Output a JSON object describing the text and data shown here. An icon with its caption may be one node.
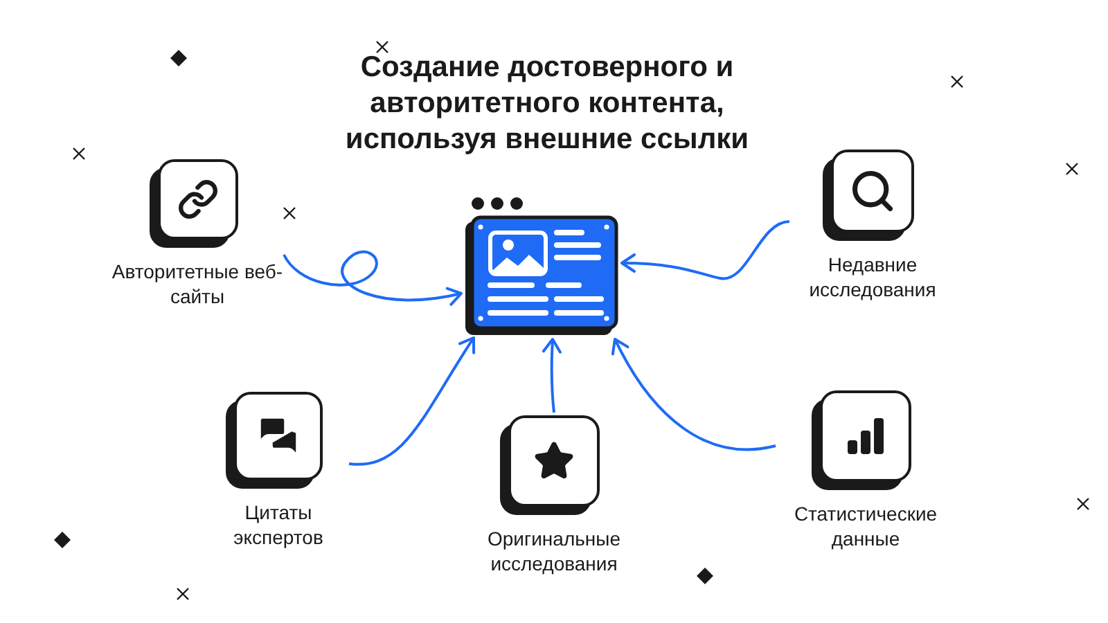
{
  "diagram": {
    "title": "Создание достоверного и авторитетного контента, используя внешние ссылки",
    "nodes": [
      {
        "text": [],
        "shape": "picture"
      },
      {
        "text": [
          "Авторитетные веб-сайты"
        ]
      },
      {
        "text": [
          "Недавние исследования"
        ]
      },
      {
        "text": [
          "Цитаты экспертов"
        ]
      },
      {
        "text": [
          "Оригинальные исследования"
        ]
      },
      {
        "text": [
          "Статистические данные"
        ]
      }
    ],
    "edges": [
      {
        "from": 1,
        "to": 0,
        "arrow": "to"
      },
      {
        "from": 2,
        "to": 0,
        "arrow": "to"
      },
      {
        "from": 3,
        "to": 0,
        "arrow": "to"
      },
      {
        "from": 4,
        "to": 0,
        "arrow": "to"
      },
      {
        "from": 5,
        "to": 0,
        "arrow": "to"
      }
    ]
  }
}
